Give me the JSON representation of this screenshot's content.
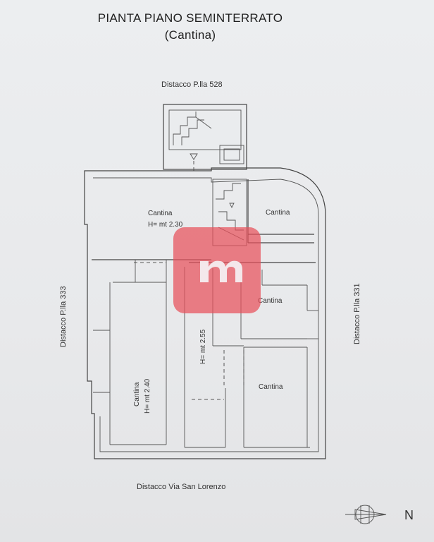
{
  "header": {
    "title": "PIANTA PIANO SEMINTERRATO",
    "subtitle": "(Cantina)"
  },
  "boundaries": {
    "top": "Distacco P.lla 528",
    "left": "Distacco P.lla 333",
    "right": "Distacco P.lla 331",
    "bottom": "Distacco Via San Lorenzo"
  },
  "rooms": [
    {
      "name": "Cantina",
      "height": "H= mt 2.30"
    },
    {
      "name": "Cantina"
    },
    {
      "name": "Cantina"
    },
    {
      "name": "Cantina"
    },
    {
      "name": "Cantina",
      "height": "H= mt 2.40"
    },
    {
      "height": "H= mt 2.55"
    }
  ],
  "compass": {
    "letter": "N"
  },
  "watermark": {
    "brand_color": "#e8505a",
    "glyph": "m"
  }
}
